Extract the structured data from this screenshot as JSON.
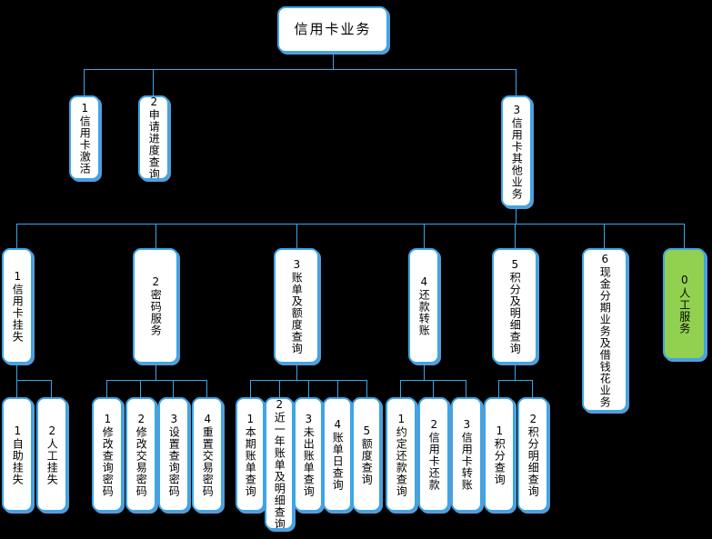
{
  "diagram": {
    "title": "信用卡业务",
    "type": "org-chart",
    "colors": {
      "node_border": "#3aa6e8",
      "node_fill": "#ffffff",
      "highlight_fill": "#92d050",
      "connector": "#3aa6e8",
      "background": "#000000"
    },
    "root": {
      "label": "信用卡业务"
    },
    "level1": [
      {
        "label": "1信用卡激活"
      },
      {
        "label": "2申请进度查询"
      },
      {
        "label": "3信用卡其他业务"
      }
    ],
    "level2": [
      {
        "label": "1信用卡挂失"
      },
      {
        "label": "2密码服务"
      },
      {
        "label": "3账单及额度查询"
      },
      {
        "label": "4还款转账"
      },
      {
        "label": "5积分及明细查询"
      },
      {
        "label": "6现金分期业务及借钱花业务"
      },
      {
        "label": "0人工服务",
        "highlight": true
      }
    ],
    "leaves_guashi": [
      {
        "label": "1自助挂失"
      },
      {
        "label": "2人工挂失"
      }
    ],
    "leaves_mima": [
      {
        "label": "1修改查询密码"
      },
      {
        "label": "2修改交易密码"
      },
      {
        "label": "3设置查询密码"
      },
      {
        "label": "4重置交易密码"
      }
    ],
    "leaves_zhangdan": [
      {
        "label": "1本期账单查询"
      },
      {
        "label": "2近一年账单及明细查询"
      },
      {
        "label": "3未出账单查询"
      },
      {
        "label": "4账单日查询"
      },
      {
        "label": "5额度查询"
      }
    ],
    "leaves_huankuan": [
      {
        "label": "1约定还款查询"
      },
      {
        "label": "2信用卡还款"
      },
      {
        "label": "3信用卡转账"
      }
    ],
    "leaves_jifen": [
      {
        "label": "1积分查询"
      },
      {
        "label": "2积分明细查询"
      }
    ]
  }
}
